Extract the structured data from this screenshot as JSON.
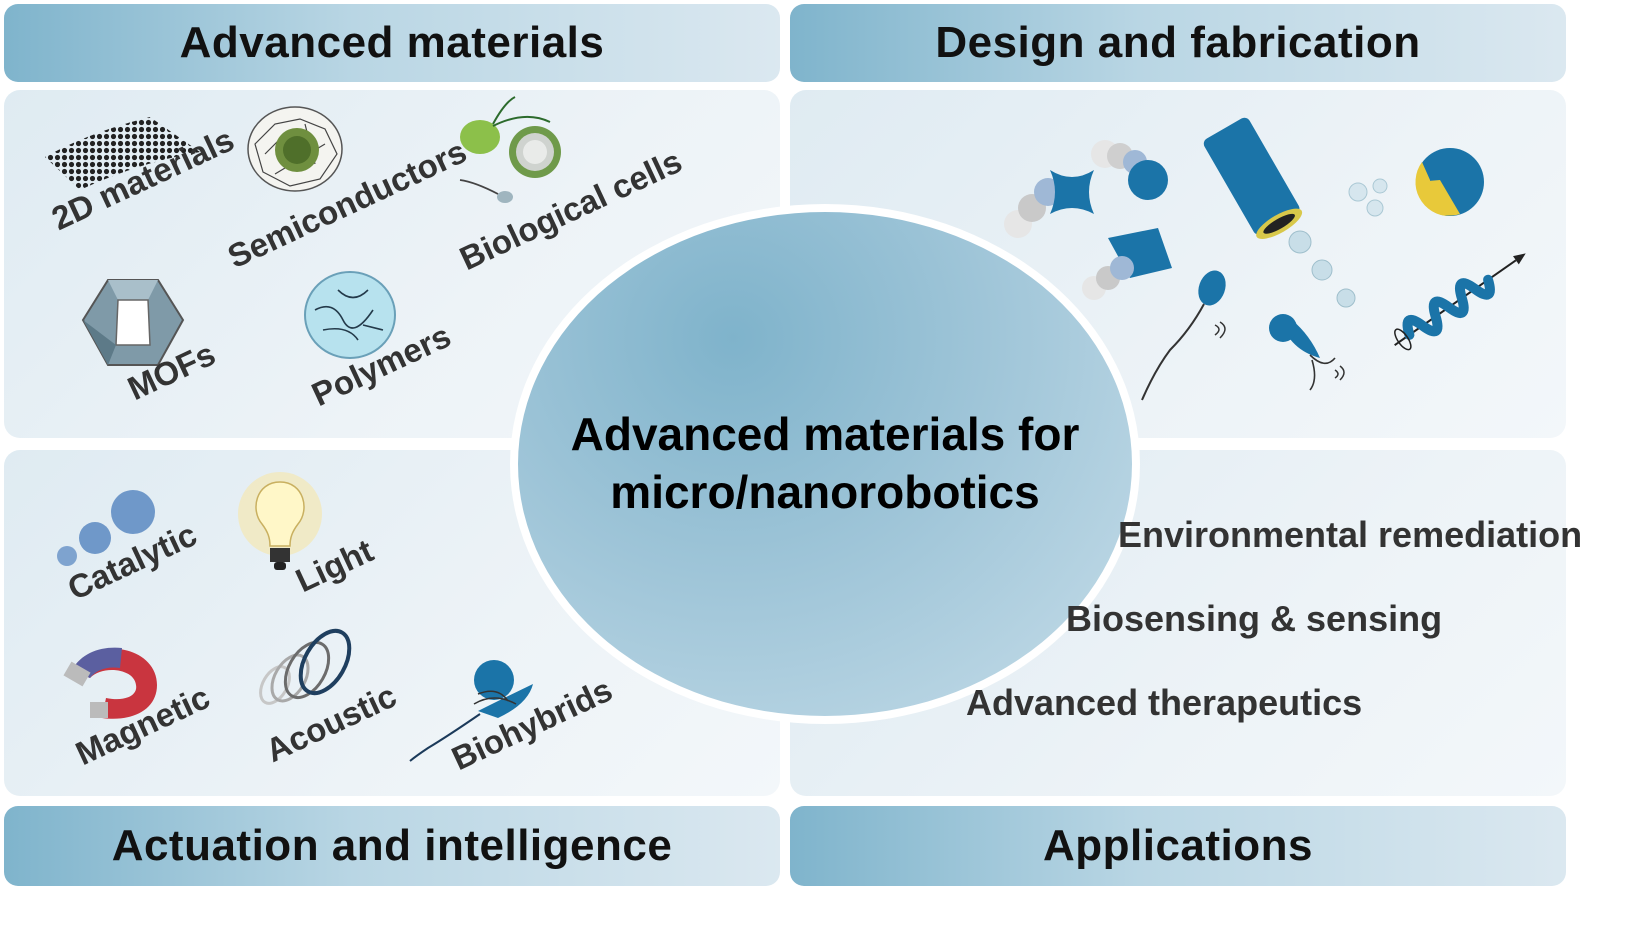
{
  "headers": {
    "advanced_materials": "Advanced materials",
    "design_fabrication": "Design and fabrication",
    "actuation_intelligence": "Actuation and intelligence",
    "applications": "Applications"
  },
  "center": {
    "title_line1": "Advanced materials for",
    "title_line2": "micro/nanorobotics"
  },
  "materials": {
    "two_d": "2D materials",
    "semiconductors": "Semiconductors",
    "biological_cells": "Biological cells",
    "mofs": "MOFs",
    "polymers": "Polymers"
  },
  "actuation": {
    "catalytic": "Catalytic",
    "light": "Light",
    "magnetic": "Magnetic",
    "acoustic": "Acoustic",
    "biohybrids": "Biohybrids"
  },
  "applications": {
    "items": [
      "Environmental remediation",
      "Biosensing & sensing",
      "Advanced therapeutics"
    ]
  },
  "colors": {
    "header_gradient_start": "#7fb4cc",
    "robot_blue": "#1b74a8",
    "panel_bg": "#e6eff5"
  }
}
